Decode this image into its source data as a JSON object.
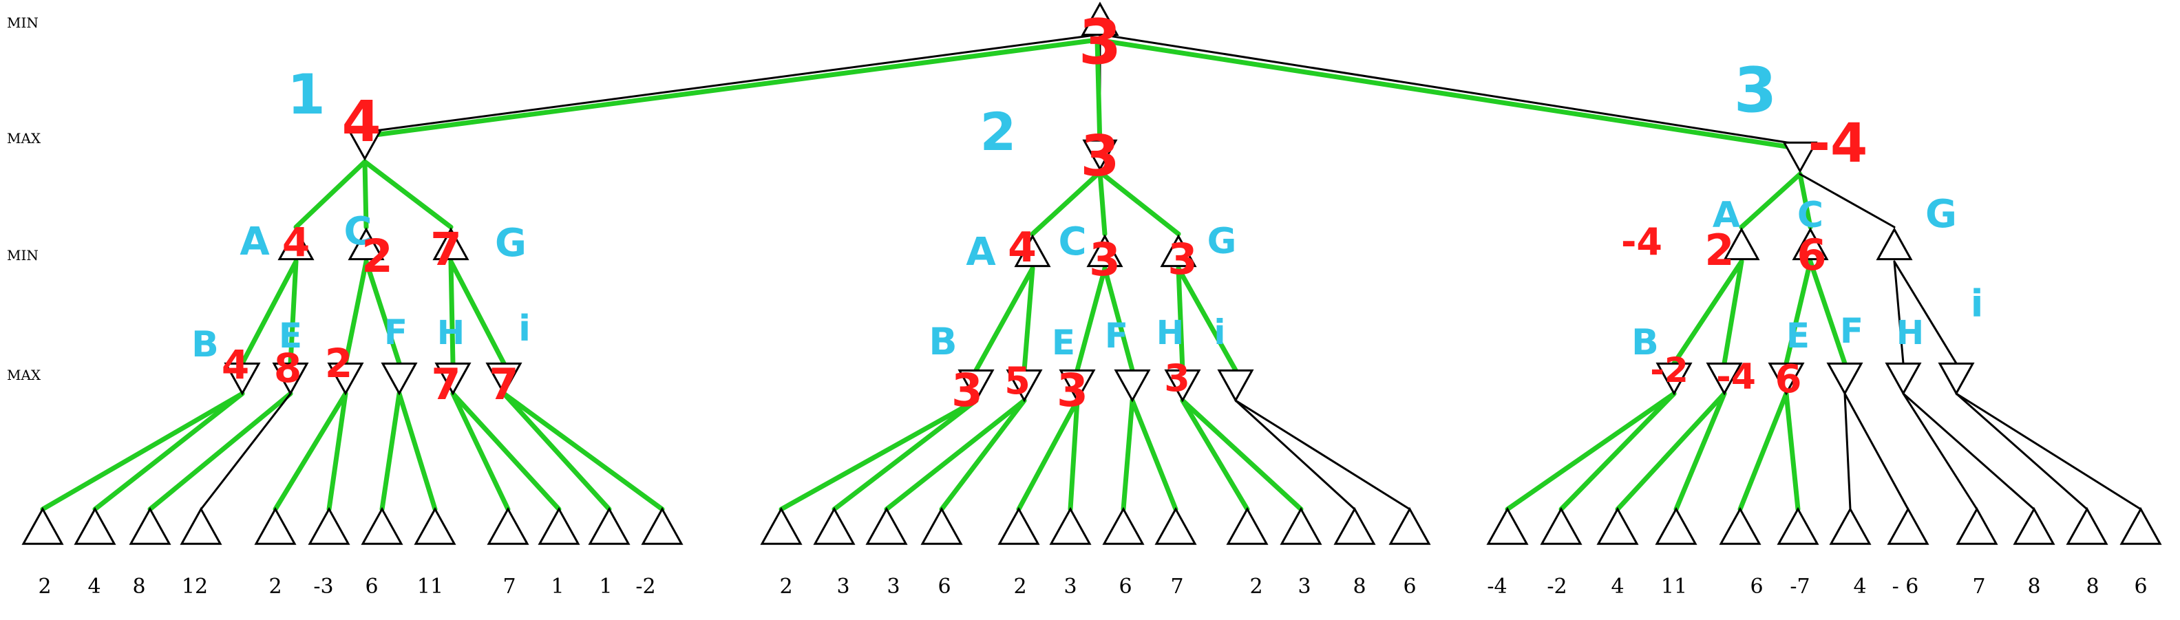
{
  "level_labels": [
    "MIN",
    "MAX",
    "MIN",
    "MAX"
  ],
  "leaf_values": [
    "2",
    "4",
    "8",
    "12",
    "2",
    "-3",
    "6",
    "11",
    "7",
    "1",
    "1",
    "-2",
    "2",
    "3",
    "3",
    "6",
    "2",
    "3",
    "6",
    "7",
    "2",
    "3",
    "8",
    "6",
    "-4",
    "-2",
    "4",
    "11",
    "6",
    "-7",
    "4",
    "- 6",
    "7",
    "8",
    "8",
    "6"
  ],
  "annotations": {
    "root_value": "3",
    "subtree_numbers": [
      "1",
      "2",
      "3"
    ],
    "max_values": [
      "4",
      "3",
      "-4"
    ],
    "min_letters_1": [
      "A",
      "C",
      "G"
    ],
    "min_letters_2": [
      "A",
      "C",
      "G"
    ],
    "min_letters_3": [
      "A",
      "C",
      "G"
    ],
    "min_values_1": [
      "4",
      "2",
      "7"
    ],
    "min_values_2": [
      "4",
      "3",
      "3"
    ],
    "min_values_3": [
      "-4",
      "2",
      "6"
    ],
    "lower_letters_1": [
      "B",
      "E",
      "F",
      "H",
      "i"
    ],
    "lower_letters_2": [
      "B",
      "E",
      "F",
      "H",
      "i"
    ],
    "lower_letters_3": [
      "B",
      "E",
      "F",
      "H",
      "i"
    ],
    "max2_values_1": [
      "4",
      "8",
      "2",
      "7",
      "7"
    ],
    "max2_values_2": [
      "3",
      "5",
      "3",
      "3"
    ],
    "max2_values_3": [
      "-2",
      "-4",
      "6"
    ]
  },
  "colors": {
    "tree": "#000000",
    "highlight": "#22cc22",
    "red_ink": "#ff1a1a",
    "cyan_ink": "#33c4e8"
  }
}
